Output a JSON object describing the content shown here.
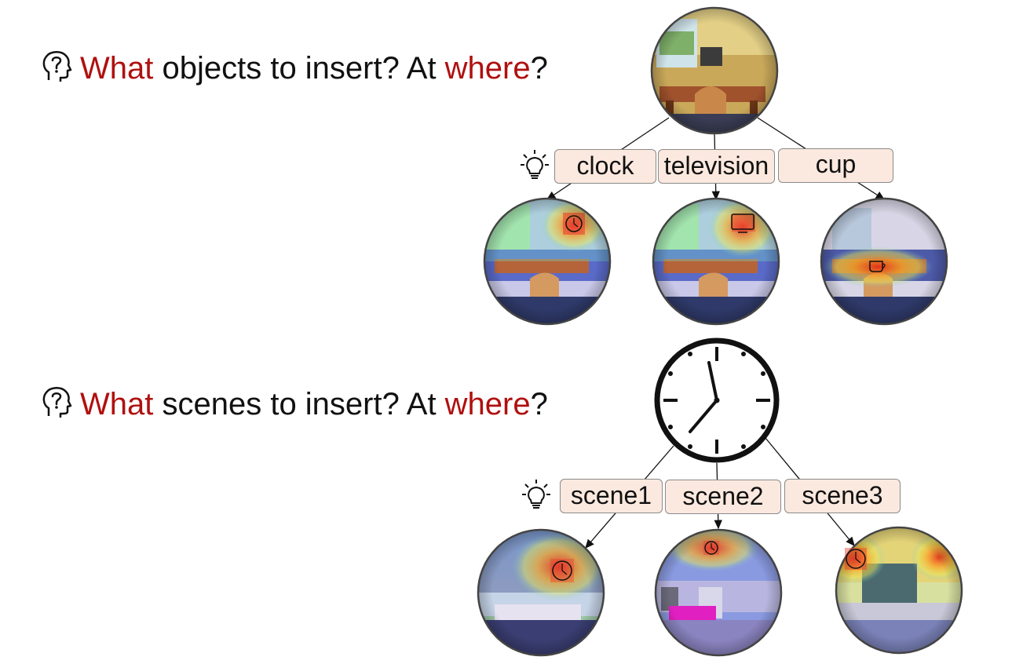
{
  "colors": {
    "accent": "#b01010",
    "tag_bg": "#fbe9df",
    "tag_border": "#8a8a8a"
  },
  "question1": {
    "icon": "head-question-icon",
    "w1": "What",
    "mid": " objects to insert? At ",
    "w2": "where",
    "end": "?"
  },
  "question2": {
    "icon": "head-question-icon",
    "w1": "What",
    "mid": " scenes to insert? At ",
    "w2": "where",
    "end": "?"
  },
  "objects": {
    "hint_icon": "lightbulb-icon",
    "labels": [
      "clock",
      "television",
      "cup"
    ],
    "inserted_icons": [
      "clock-icon",
      "tv-icon",
      "cup-icon"
    ]
  },
  "scenes": {
    "hint_icon": "lightbulb-icon",
    "root_icon": "clock-icon",
    "labels": [
      "scene1",
      "scene2",
      "scene3"
    ]
  }
}
